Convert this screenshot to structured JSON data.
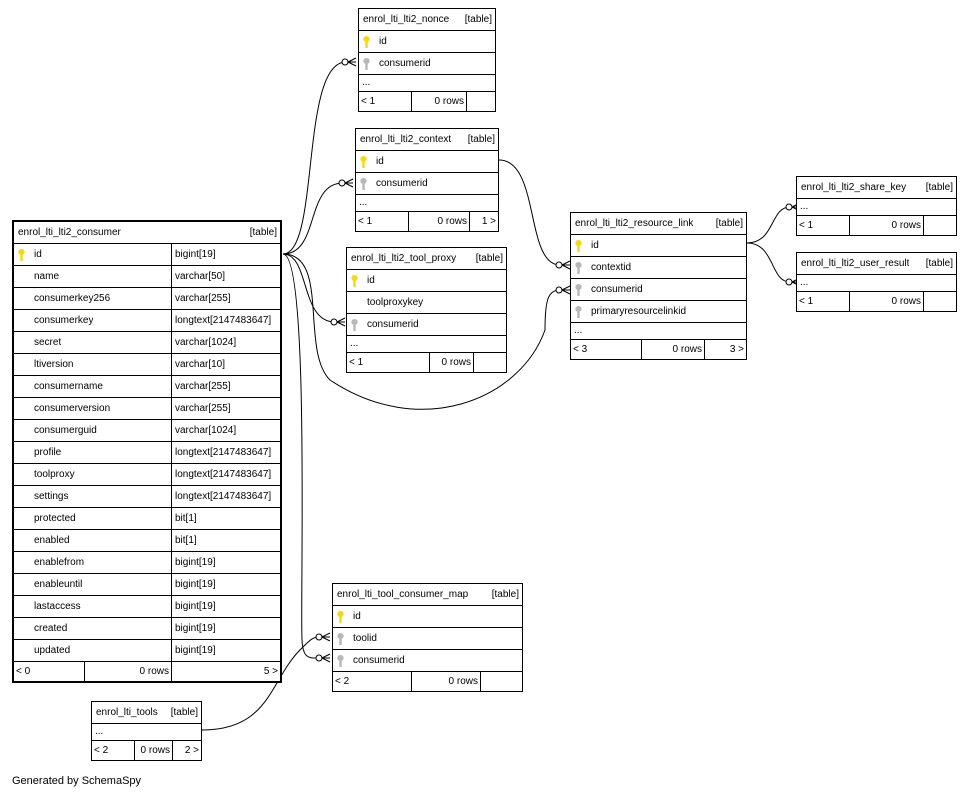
{
  "colors": {
    "pk_key": "#f5d90f",
    "fk_key": "#b8b8b8",
    "line": "#000000"
  },
  "generated_by": "Generated by SchemaSpy",
  "tables": [
    {
      "id": "enrol_lti_lti2_consumer",
      "name": "enrol_lti_lti2_consumer",
      "tag": "[table]",
      "main": true,
      "has_types": true,
      "columns": [
        {
          "name": "id",
          "type": "bigint[19]",
          "key": "pk"
        },
        {
          "name": "name",
          "type": "varchar[50]"
        },
        {
          "name": "consumerkey256",
          "type": "varchar[255]"
        },
        {
          "name": "consumerkey",
          "type": "longtext[2147483647]"
        },
        {
          "name": "secret",
          "type": "varchar[1024]"
        },
        {
          "name": "ltiversion",
          "type": "varchar[10]"
        },
        {
          "name": "consumername",
          "type": "varchar[255]"
        },
        {
          "name": "consumerversion",
          "type": "varchar[255]"
        },
        {
          "name": "consumerguid",
          "type": "varchar[1024]"
        },
        {
          "name": "profile",
          "type": "longtext[2147483647]"
        },
        {
          "name": "toolproxy",
          "type": "longtext[2147483647]"
        },
        {
          "name": "settings",
          "type": "longtext[2147483647]"
        },
        {
          "name": "protected",
          "type": "bit[1]"
        },
        {
          "name": "enabled",
          "type": "bit[1]"
        },
        {
          "name": "enablefrom",
          "type": "bigint[19]"
        },
        {
          "name": "enableuntil",
          "type": "bigint[19]"
        },
        {
          "name": "lastaccess",
          "type": "bigint[19]"
        },
        {
          "name": "created",
          "type": "bigint[19]"
        },
        {
          "name": "updated",
          "type": "bigint[19]"
        }
      ],
      "footer": {
        "parents": "< 0",
        "rows": "0 rows",
        "children": "5 >"
      }
    },
    {
      "id": "enrol_lti_lti2_nonce",
      "name": "enrol_lti_lti2_nonce",
      "tag": "[table]",
      "columns": [
        {
          "name": "id",
          "key": "pk"
        },
        {
          "name": "consumerid",
          "key": "fk"
        }
      ],
      "ellipsis": "...",
      "footer": {
        "parents": "< 1",
        "rows": "0 rows",
        "children": ""
      }
    },
    {
      "id": "enrol_lti_lti2_context",
      "name": "enrol_lti_lti2_context",
      "tag": "[table]",
      "columns": [
        {
          "name": "id",
          "key": "pk"
        },
        {
          "name": "consumerid",
          "key": "fk"
        }
      ],
      "ellipsis": "...",
      "footer": {
        "parents": "< 1",
        "rows": "0 rows",
        "children": "1 >"
      }
    },
    {
      "id": "enrol_lti_lti2_tool_proxy",
      "name": "enrol_lti_lti2_tool_proxy",
      "tag": "[table]",
      "columns": [
        {
          "name": "id",
          "key": "pk"
        },
        {
          "name": "toolproxykey"
        },
        {
          "name": "consumerid",
          "key": "fk"
        }
      ],
      "ellipsis": "...",
      "footer": {
        "parents": "< 1",
        "rows": "0 rows",
        "children": ""
      }
    },
    {
      "id": "enrol_lti_lti2_resource_link",
      "name": "enrol_lti_lti2_resource_link",
      "tag": "[table]",
      "columns": [
        {
          "name": "id",
          "key": "pk"
        },
        {
          "name": "contextid",
          "key": "fk"
        },
        {
          "name": "consumerid",
          "key": "fk"
        },
        {
          "name": "primaryresourcelinkid",
          "key": "fk"
        }
      ],
      "ellipsis": "...",
      "footer": {
        "parents": "< 3",
        "rows": "0 rows",
        "children": "3 >"
      }
    },
    {
      "id": "enrol_lti_lti2_share_key",
      "name": "enrol_lti_lti2_share_key",
      "tag": "[table]",
      "columns": [],
      "ellipsis": "...",
      "footer": {
        "parents": "< 1",
        "rows": "0 rows",
        "children": ""
      }
    },
    {
      "id": "enrol_lti_lti2_user_result",
      "name": "enrol_lti_lti2_user_result",
      "tag": "[table]",
      "columns": [],
      "ellipsis": "...",
      "footer": {
        "parents": "< 1",
        "rows": "0 rows",
        "children": ""
      }
    },
    {
      "id": "enrol_lti_tool_consumer_map",
      "name": "enrol_lti_tool_consumer_map",
      "tag": "[table]",
      "columns": [
        {
          "name": "id",
          "key": "pk"
        },
        {
          "name": "toolid",
          "key": "fk"
        },
        {
          "name": "consumerid",
          "key": "fk"
        }
      ],
      "footer": {
        "parents": "< 2",
        "rows": "0 rows",
        "children": ""
      }
    },
    {
      "id": "enrol_lti_tools",
      "name": "enrol_lti_tools",
      "tag": "[table]",
      "columns": [],
      "ellipsis": "...",
      "footer": {
        "parents": "< 2",
        "rows": "0 rows",
        "children": "2 >"
      }
    }
  ],
  "relationships": [
    {
      "from": "enrol_lti_lti2_consumer.id",
      "to": "enrol_lti_lti2_nonce.consumerid"
    },
    {
      "from": "enrol_lti_lti2_consumer.id",
      "to": "enrol_lti_lti2_context.consumerid"
    },
    {
      "from": "enrol_lti_lti2_consumer.id",
      "to": "enrol_lti_lti2_tool_proxy.consumerid"
    },
    {
      "from": "enrol_lti_lti2_consumer.id",
      "to": "enrol_lti_lti2_resource_link.consumerid"
    },
    {
      "from": "enrol_lti_lti2_consumer.id",
      "to": "enrol_lti_tool_consumer_map.consumerid"
    },
    {
      "from": "enrol_lti_lti2_context.id",
      "to": "enrol_lti_lti2_resource_link.contextid"
    },
    {
      "from": "enrol_lti_lti2_resource_link.id",
      "to": "enrol_lti_lti2_share_key"
    },
    {
      "from": "enrol_lti_lti2_resource_link.id",
      "to": "enrol_lti_lti2_user_result"
    },
    {
      "from": "enrol_lti_tools.id",
      "to": "enrol_lti_tool_consumer_map.toolid"
    }
  ]
}
